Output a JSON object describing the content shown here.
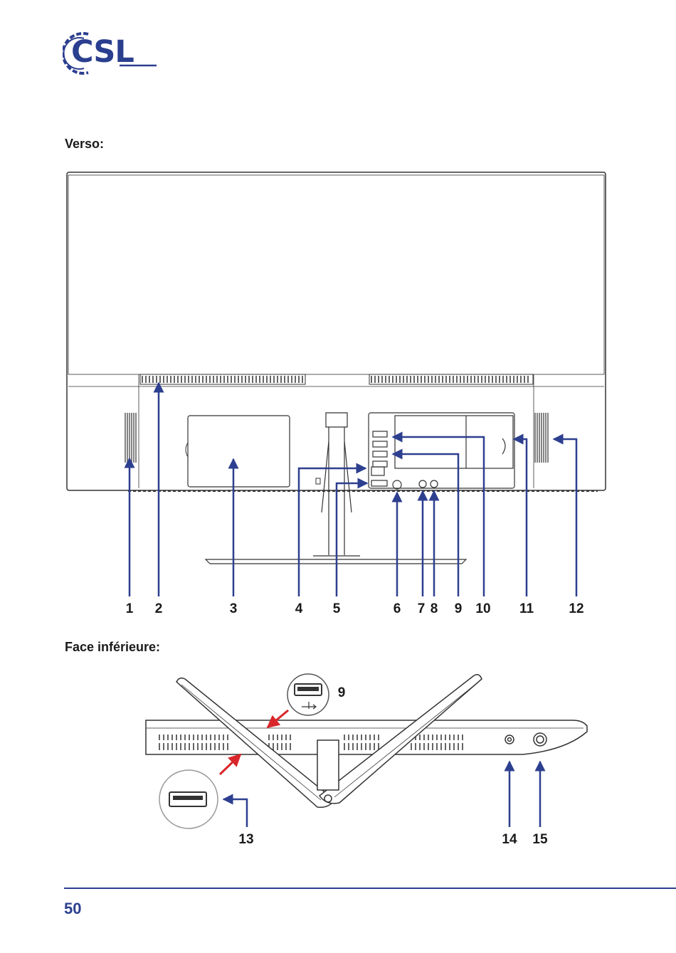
{
  "brand": {
    "logo_text": "CSL"
  },
  "sections": {
    "back_title": "Verso:",
    "bottom_title": "Face inférieure:"
  },
  "back_callouts": [
    "1",
    "2",
    "3",
    "4",
    "5",
    "6",
    "7",
    "8",
    "9",
    "10",
    "11",
    "12"
  ],
  "bottom_callouts": {
    "usb_inset": "9",
    "usb_side": "13",
    "jack": "14",
    "power": "15"
  },
  "colors": {
    "brand_blue": "#2b3f8f",
    "arrow_blue": "#2d3f8f",
    "arrow_red": "#d9262a",
    "line": "#333333"
  },
  "footer": {
    "page_number": "50"
  }
}
